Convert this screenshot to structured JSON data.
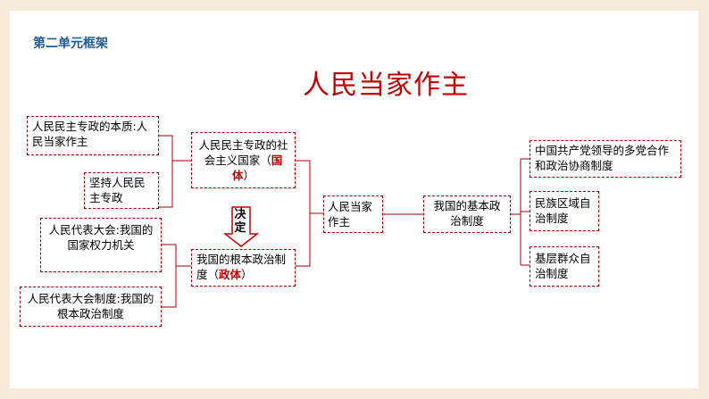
{
  "section_label": "第二单元框架",
  "title": "人民当家作主",
  "nodes": {
    "essence": "人民民主专政的本质:人民当家作主",
    "adhere": "坚持人民民主专政",
    "state_nature": {
      "text": "人民民主专政的社会主义国家（",
      "emph": "国体",
      "close": "）"
    },
    "npc_organ": "人民代表大会:我国的国家权力机关",
    "npc_system": "人民代表大会制度:我国的根本政治制度",
    "root_system": {
      "text": "我国的根本政治制度（",
      "emph": "政体",
      "close": "）"
    },
    "center": "人民当家作主",
    "basic_system": "我国的基本政治制度",
    "cpc_coop": "中国共产党领导的多党合作和政治协商制度",
    "ethnic": "民族区域自治制度",
    "grassroots": "基层群众自治制度"
  },
  "decide_label": "决定",
  "colors": {
    "accent": "#c00000",
    "section": "#1f5a96",
    "frame": "#f7ead9",
    "line": "#a00000"
  }
}
